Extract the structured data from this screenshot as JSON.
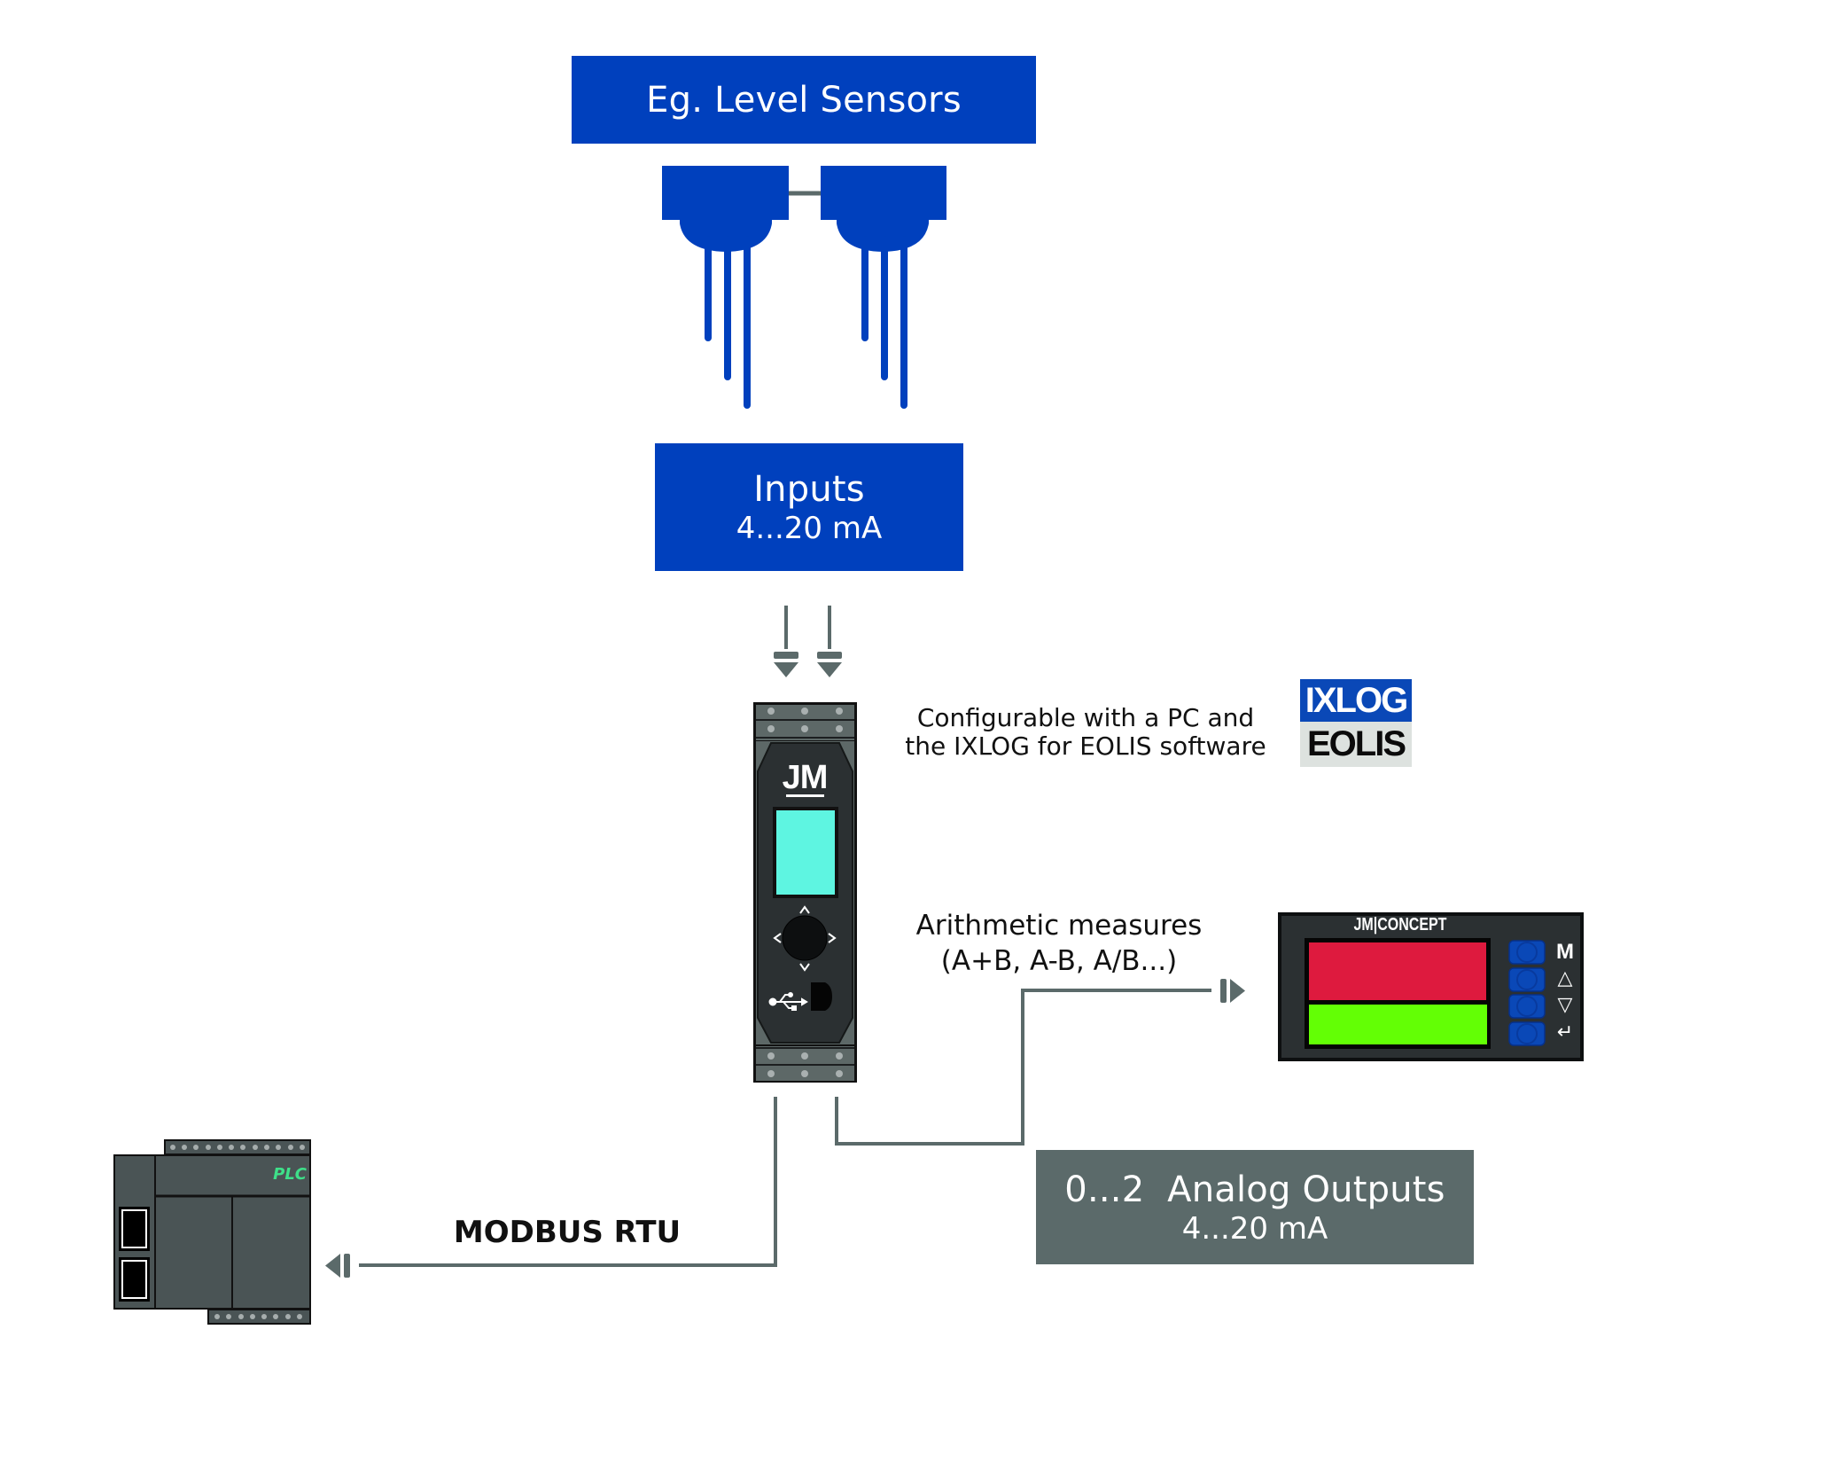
{
  "sensors_box": {
    "title": "Eg. Level Sensors"
  },
  "inputs_box": {
    "title": "Inputs",
    "range": "4...20 mA"
  },
  "device": {
    "brand_label": "JM",
    "screen_color": "#5ef5e1"
  },
  "config_note": {
    "line1": "Configurable with a PC and",
    "line2": "the IXLOG for EOLIS software"
  },
  "software_logo": {
    "top": "IXLOG",
    "bottom": "EOLIS"
  },
  "arithmetic_note": {
    "line1": "Arithmetic measures",
    "line2": "(A+B, A-B, A/B...)"
  },
  "panel_meter": {
    "brand": "JM|CONCEPT",
    "display_top_color": "#de1a3e",
    "display_bottom_color": "#63ff05",
    "buttons": [
      {
        "label": "M",
        "icon": "mode-icon"
      },
      {
        "label": "△",
        "icon": "up-triangle-icon"
      },
      {
        "label": "▽",
        "icon": "down-triangle-icon"
      },
      {
        "label": "↵",
        "icon": "enter-icon"
      }
    ]
  },
  "outputs_box": {
    "title": "0...2  Analog Outputs",
    "range": "4...20 mA"
  },
  "modbus": {
    "label": "MODBUS RTU"
  },
  "plc": {
    "label": "PLC"
  },
  "colors": {
    "brand_blue": "#0040bd",
    "connector_grey": "#5b6a6a",
    "device_dark": "#2b3032",
    "device_mid": "#4a5455"
  }
}
